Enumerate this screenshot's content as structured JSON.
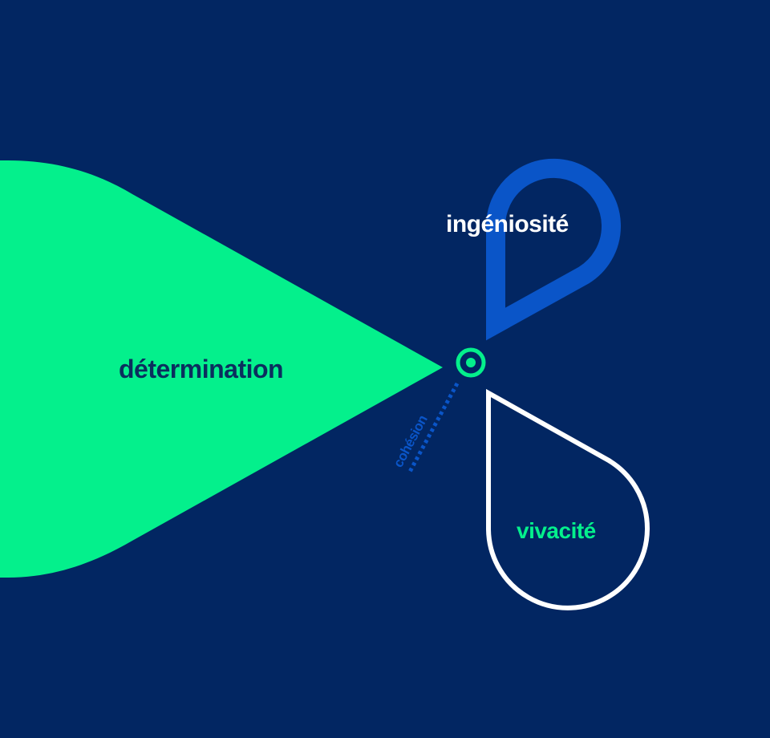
{
  "labels": {
    "determination": "détermination",
    "ingeniosite": "ingéniosité",
    "vivacite": "vivacité",
    "cohesion": "cohésion"
  },
  "colors": {
    "background": "#022662",
    "green": "#04F08C",
    "blue": "#0A55C8",
    "white": "#FFFFFF",
    "dark_text": "#0B2E5E"
  },
  "shapes": [
    {
      "name": "determination-petal",
      "style": "filled",
      "color": "green"
    },
    {
      "name": "ingeniosite-petal",
      "style": "outline",
      "color": "blue"
    },
    {
      "name": "vivacite-petal",
      "style": "outline",
      "color": "white"
    },
    {
      "name": "center-target",
      "style": "ring-with-dot",
      "color": "green"
    },
    {
      "name": "cohesion-link",
      "style": "dotted-line",
      "color": "blue"
    }
  ]
}
